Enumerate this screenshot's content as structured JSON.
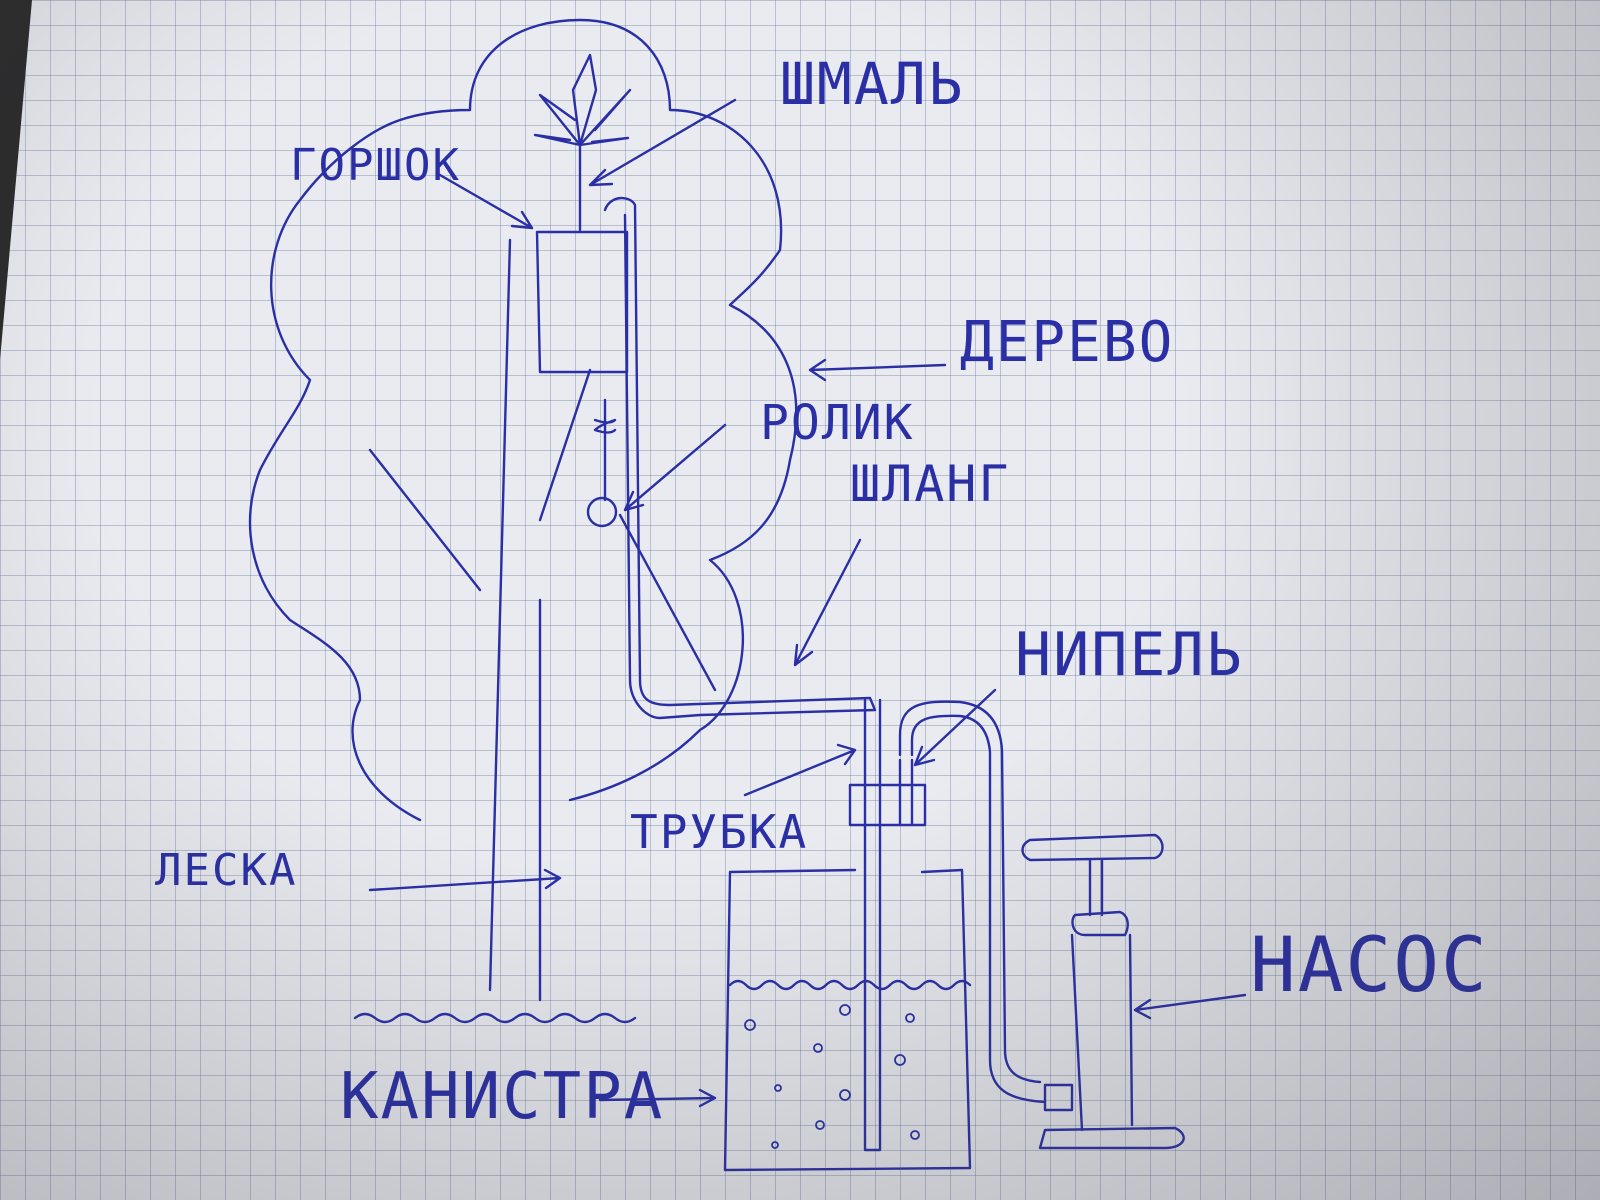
{
  "labels": {
    "shmal": "ШМАЛЬ",
    "gorshok": "ГОРШОК",
    "derevo": "ДЕРЕВО",
    "rolik": "РОЛИК",
    "shlang": "ШЛАНГ",
    "nipel": "НИПЕЛЬ",
    "trubka": "ТРУБКА",
    "leska": "ЛЕСКА",
    "kanistra": "КАНИСТРА",
    "nasos": "НАСОС"
  },
  "colors": {
    "ink": "#2a2fa6",
    "paper": "#e9ebf0",
    "grid": "#8090b0"
  }
}
